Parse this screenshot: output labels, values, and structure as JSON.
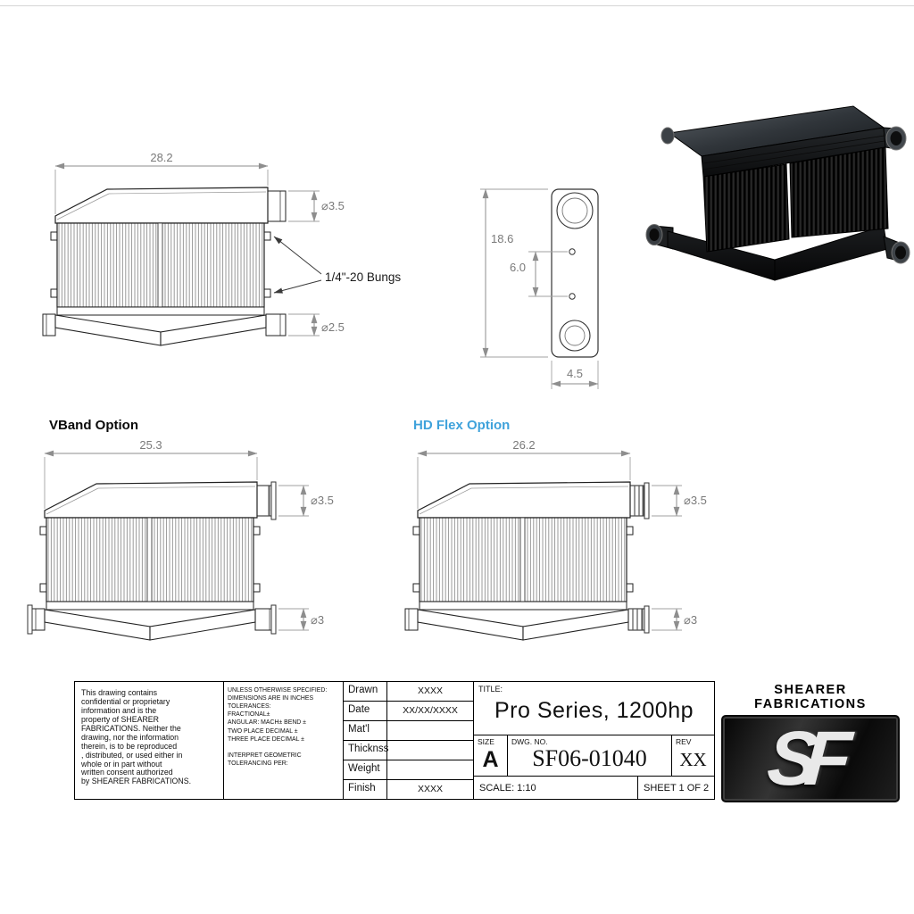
{
  "sheet": {
    "views": {
      "main": {
        "width": "28.2",
        "top_diameter": "⌀3.5",
        "bottom_diameter": "⌀2.5",
        "bungs_note": "1/4\"-20 Bungs"
      },
      "end": {
        "height": "18.6",
        "port_spacing": "6.0",
        "depth": "4.5"
      },
      "vband": {
        "label": "VBand Option",
        "width": "25.3",
        "top_diameter": "⌀3.5",
        "bottom_diameter": "⌀3"
      },
      "hd_flex": {
        "label": "HD Flex Option",
        "width": "26.2",
        "top_diameter": "⌀3.5",
        "bottom_diameter": "⌀3"
      }
    }
  },
  "title_block": {
    "disclaimer": "This drawing contains\nconfidential or proprietary\ninformation and is the\nproperty of SHEARER\nFABRICATIONS. Neither the\ndrawing, nor the information\ntherein, is to be reproduced\n, distributed, or used either in\nwhole or in part without\nwritten consent authorized\nby SHEARER FABRICATIONS.",
    "spec_notes": "UNLESS OTHERWISE SPECIFIED:\nDIMENSIONS ARE IN INCHES\nTOLERANCES:\nFRACTIONAL±\nANGULAR: MACH±   BEND ±\nTWO PLACE DECIMAL    ±\nTHREE PLACE DECIMAL  ±",
    "interpret_note": "INTERPRET GEOMETRIC\nTOLERANCING PER:",
    "fields": [
      {
        "label": "Drawn",
        "value": "XXXX"
      },
      {
        "label": "Date",
        "value": "XX/XX/XXXX"
      },
      {
        "label": "Mat'l",
        "value": ""
      },
      {
        "label": "Thicknss",
        "value": ""
      },
      {
        "label": "Weight",
        "value": ""
      },
      {
        "label": "Finish",
        "value": "XXXX"
      }
    ],
    "title_label": "TITLE:",
    "title": "Pro Series, 1200hp",
    "size_label": "SIZE",
    "size_value": "A",
    "dwg_label": "DWG.  NO.",
    "dwg_number": "SF06-01040",
    "rev_label": "REV",
    "rev_value": "XX",
    "scale": "SCALE: 1:10",
    "sheet_number": "SHEET 1 OF 2"
  },
  "logo": {
    "line1": "SHEARER",
    "line2": "FABRICATIONS",
    "monogram": "SF"
  },
  "colors": {
    "hd_flex_accent": "#3fa2db",
    "dimension_gray": "#7a7a7a",
    "line_black": "#222222"
  }
}
